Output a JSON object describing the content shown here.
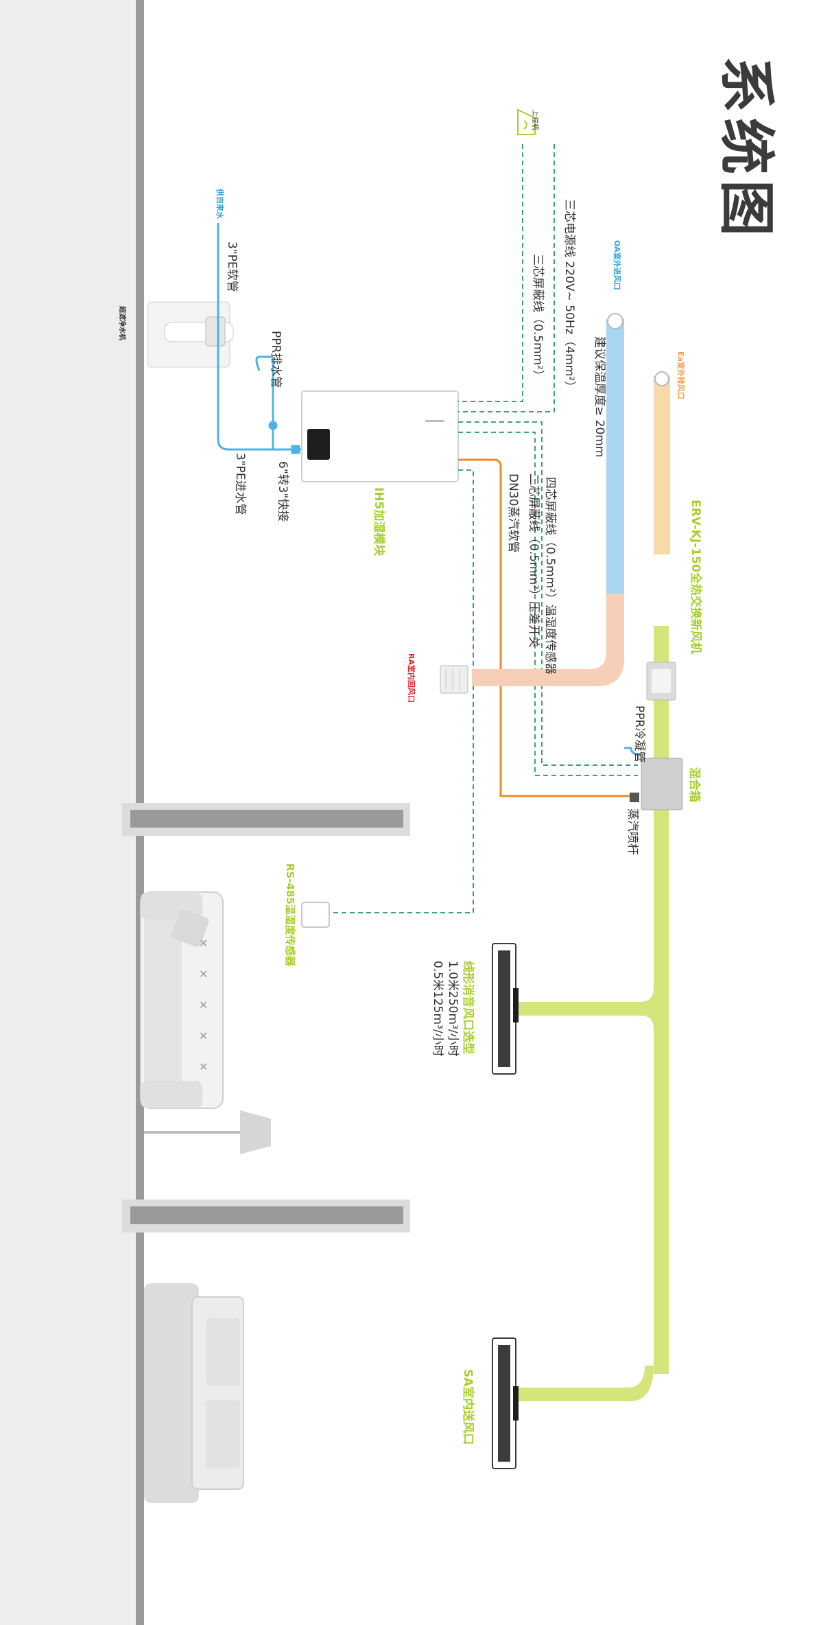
{
  "title": "系统图",
  "labels": {
    "router": "上位机",
    "power_cable": "三芯电源线  220V~ 50Hz（4mm²）",
    "shield_cable": "三芯屏蔽线（0.5mm²）",
    "tap_water": "供自来水",
    "pe_soft_pipe": "3\"PE软管",
    "water_purifier": "超滤净水机",
    "ppr_drain": "PPR排水管",
    "quick_joint": "6\"转3\"快接",
    "pe_inlet": "3\"PE进水管",
    "humidifier_module": "IH5加湿模块",
    "oa_outlet": "OA室外进风口",
    "insulation": "建议保温厚度≥ 20mm",
    "ea_outlet": "Ea室外排风口",
    "erv_unit": "ERV-KJ-150全热交换新风机",
    "four_core": "四芯屏蔽线（0.5mm²）温湿度传感器",
    "two_core": "二芯屏蔽线（0.5mm²）压差开关",
    "steam_hose": "DN30蒸汽软管",
    "ra_return": "RA室内回风口",
    "ppr_condensate": "PPR冷凝管",
    "mixing_box": "混合箱",
    "steam_nozzle": "蒸汽喷杆",
    "sensor": "RS-485温湿度传感器",
    "linear_outlet": "线形消音风口选型",
    "rate_1": "1.0米250m³/小时",
    "rate_2": "0.5米125m³/小时",
    "sa_outlet": "SA室内送风口"
  },
  "colors": {
    "wall": "#9a9a9a",
    "green_duct": "#d6e47c",
    "blue_duct": "#a8d6f2",
    "peach_duct": "#f7cfb8",
    "orange_duct": "#f9d9a8",
    "steam_line": "#ee8a2a",
    "cable": "#3aa372",
    "water": "#4db3e6",
    "accent_green": "#a8cf2c"
  }
}
